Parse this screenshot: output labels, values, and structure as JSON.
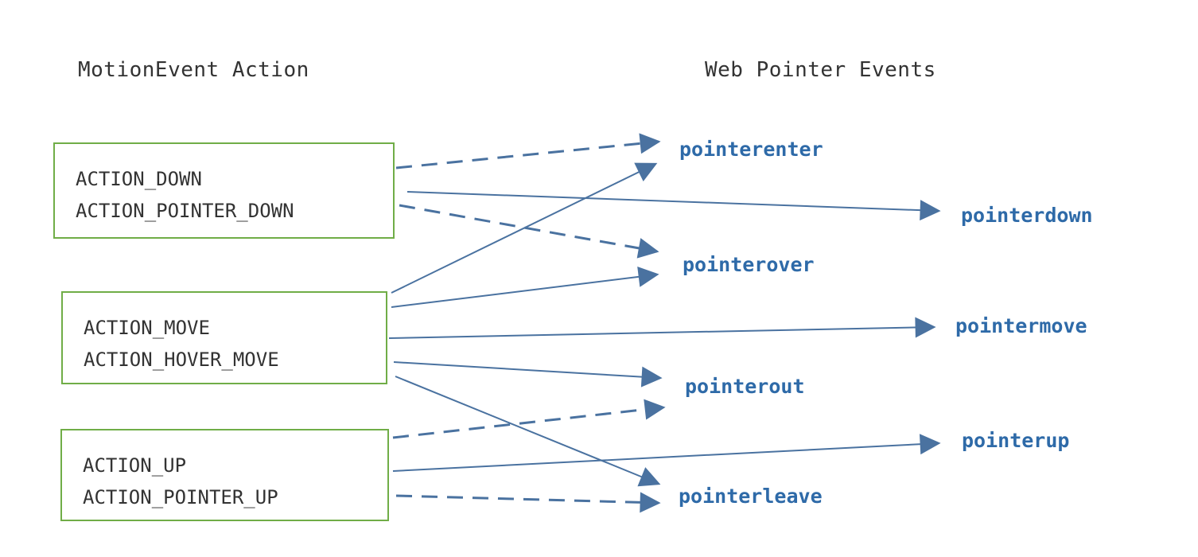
{
  "headers": {
    "left": "MotionEvent Action",
    "right": "Web Pointer Events"
  },
  "action_groups": [
    {
      "id": "down",
      "lines": [
        "ACTION_DOWN",
        "ACTION_POINTER_DOWN"
      ]
    },
    {
      "id": "move",
      "lines": [
        "ACTION_MOVE",
        "ACTION_HOVER_MOVE"
      ]
    },
    {
      "id": "up",
      "lines": [
        "ACTION_UP",
        "ACTION_POINTER_UP"
      ]
    }
  ],
  "events": {
    "pointerenter": "pointerenter",
    "pointerdown": "pointerdown",
    "pointerover": "pointerover",
    "pointermove": "pointermove",
    "pointerout": "pointerout",
    "pointerup": "pointerup",
    "pointerleave": "pointerleave"
  },
  "mappings": [
    {
      "from": "down",
      "to": "pointerenter",
      "style": "dashed"
    },
    {
      "from": "down",
      "to": "pointerdown",
      "style": "solid"
    },
    {
      "from": "down",
      "to": "pointerover",
      "style": "dashed"
    },
    {
      "from": "move",
      "to": "pointerenter",
      "style": "solid"
    },
    {
      "from": "move",
      "to": "pointerover",
      "style": "solid"
    },
    {
      "from": "move",
      "to": "pointermove",
      "style": "solid"
    },
    {
      "from": "move",
      "to": "pointerout",
      "style": "solid"
    },
    {
      "from": "move",
      "to": "pointerleave",
      "style": "solid"
    },
    {
      "from": "up",
      "to": "pointerout",
      "style": "dashed"
    },
    {
      "from": "up",
      "to": "pointerup",
      "style": "solid"
    },
    {
      "from": "up",
      "to": "pointerleave",
      "style": "dashed"
    }
  ],
  "colors": {
    "box_border": "#70ad47",
    "arrow": "#4a72a0",
    "event_text": "#2e6aa8",
    "label_text": "#333333"
  }
}
